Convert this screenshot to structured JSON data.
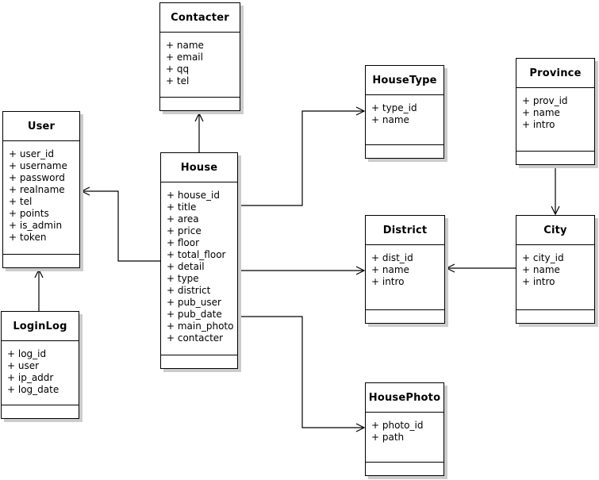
{
  "colors": {
    "background": "#ffffff",
    "box_fill": "#ffffff",
    "box_border": "#000000",
    "box_shadow": "#cccccc",
    "line": "#000000",
    "text": "#000000"
  },
  "classes": [
    {
      "key": "contacter",
      "name": "Contacter",
      "attributes": [
        "+ name",
        "+ email",
        "+ qq",
        "+ tel"
      ]
    },
    {
      "key": "user",
      "name": "User",
      "attributes": [
        "+ user_id",
        "+ username",
        "+ password",
        "+ realname",
        "+ tel",
        "+ points",
        "+ is_admin",
        "+ token"
      ]
    },
    {
      "key": "house",
      "name": "House",
      "attributes": [
        "+ house_id",
        "+ title",
        "+ area",
        "+ price",
        "+ floor",
        "+ total_floor",
        "+ detail",
        "+ type",
        "+ district",
        "+ pub_user",
        "+ pub_date",
        "+ main_photo",
        "+ contacter"
      ]
    },
    {
      "key": "housetype",
      "name": "HouseType",
      "attributes": [
        "+ type_id",
        "+ name"
      ]
    },
    {
      "key": "province",
      "name": "Province",
      "attributes": [
        "+ prov_id",
        "+ name",
        "+ intro"
      ]
    },
    {
      "key": "district",
      "name": "District",
      "attributes": [
        "+ dist_id",
        "+ name",
        "+ intro"
      ]
    },
    {
      "key": "city",
      "name": "City",
      "attributes": [
        "+ city_id",
        "+ name",
        "+ intro"
      ]
    },
    {
      "key": "loginlog",
      "name": "LoginLog",
      "attributes": [
        "+ log_id",
        "+ user",
        "+ ip_addr",
        "+ log_date"
      ]
    },
    {
      "key": "housephoto",
      "name": "HousePhoto",
      "attributes": [
        "+ photo_id",
        "+ path"
      ]
    }
  ],
  "relations": [
    {
      "from": "House",
      "to": "Contacter"
    },
    {
      "from": "House",
      "to": "User"
    },
    {
      "from": "House",
      "to": "HouseType"
    },
    {
      "from": "House",
      "to": "District"
    },
    {
      "from": "House",
      "to": "HousePhoto"
    },
    {
      "from": "City",
      "to": "District"
    },
    {
      "from": "Province",
      "to": "City"
    },
    {
      "from": "LoginLog",
      "to": "User"
    }
  ]
}
